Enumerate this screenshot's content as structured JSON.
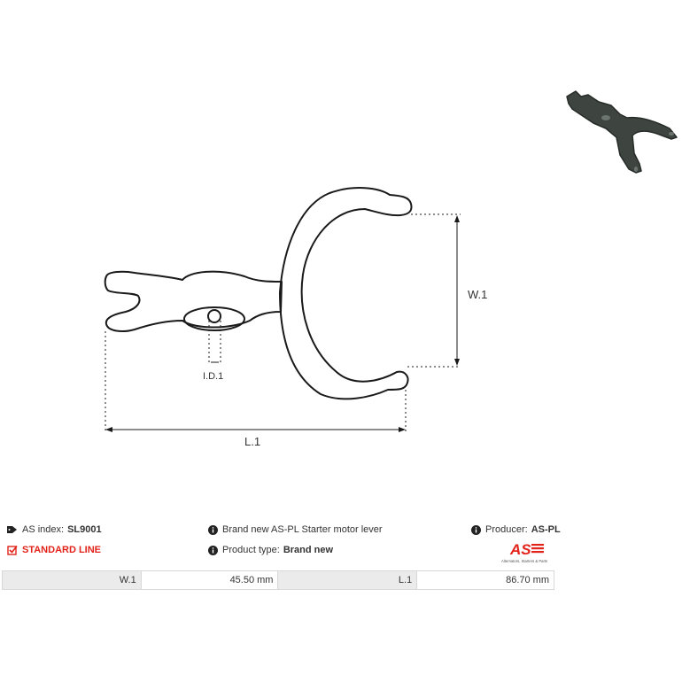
{
  "drawing": {
    "dimensions": {
      "width_label": "W.1",
      "length_label": "L.1",
      "inner_diameter_label": "I.D.1"
    }
  },
  "info": {
    "as_index_label": "AS index:",
    "as_index_value": "SL9001",
    "standard_line": "STANDARD LINE",
    "description": "Brand new AS-PL Starter motor lever",
    "product_type_label": "Product type:",
    "product_type_value": "Brand new",
    "producer_label": "Producer:",
    "producer_value": "AS-PL"
  },
  "logo": {
    "mark": "AS",
    "tagline": "Alternators, Starters & Parts",
    "color": "#e2231a"
  },
  "specs": [
    {
      "key": "W.1",
      "value": "45.50 mm"
    },
    {
      "key": "L.1",
      "value": "86.70 mm"
    }
  ],
  "colors": {
    "accent": "#e2231a",
    "line": "#1a1a1a",
    "table_key_bg": "#ebebeb"
  }
}
